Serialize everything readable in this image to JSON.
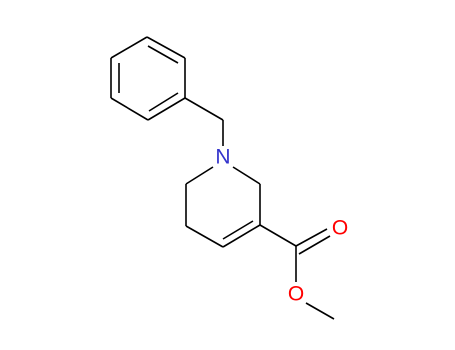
{
  "colors": {
    "nitrogen": "#3333cc",
    "oxygen": "#ff0000",
    "carbon": "#000000"
  },
  "atoms": {
    "nitrogen_label": "N",
    "carbonyl_oxygen_label": "O",
    "ester_oxygen_label": "O"
  }
}
